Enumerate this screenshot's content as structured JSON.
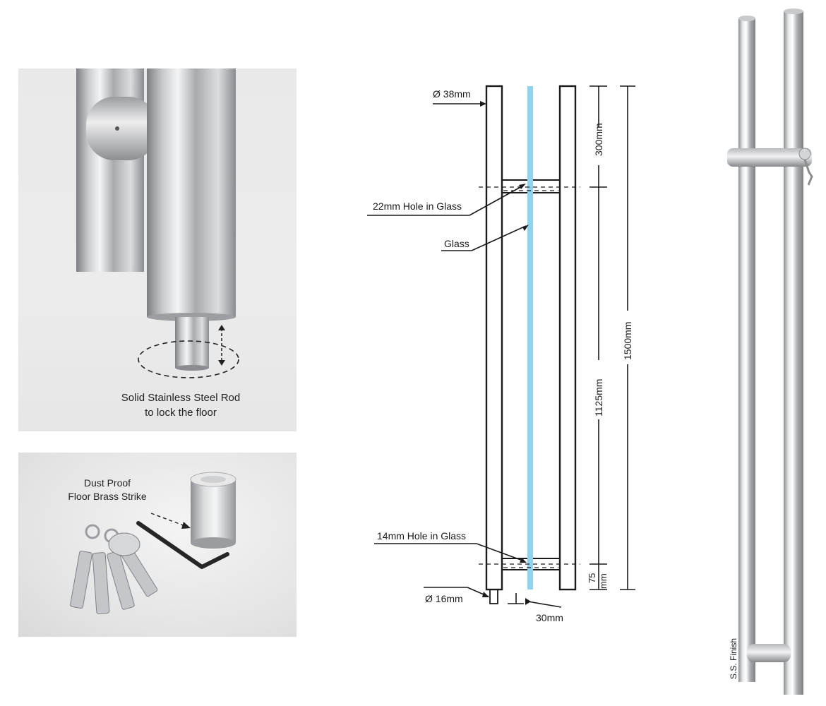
{
  "photo_top": {
    "caption_line1": "Solid Stainless Steel Rod",
    "caption_line2": "to lock the floor"
  },
  "photo_bottom": {
    "caption_line1": "Dust Proof",
    "caption_line2": "Floor Brass Strike"
  },
  "diagram": {
    "label_diameter_38": "Ø 38mm",
    "label_hole_22": "22mm Hole in Glass",
    "label_glass": "Glass",
    "label_hole_14": "14mm Hole in Glass",
    "label_diameter_16": "Ø 16mm",
    "label_30mm": "30mm",
    "dim_300": "300mm",
    "dim_1125": "1125mm",
    "dim_1500": "1500mm",
    "dim_75_top": "75",
    "dim_75_bottom": "mm",
    "glass_color": "#8fd3f0"
  },
  "product": {
    "finish_label": "S.S. Finish"
  }
}
